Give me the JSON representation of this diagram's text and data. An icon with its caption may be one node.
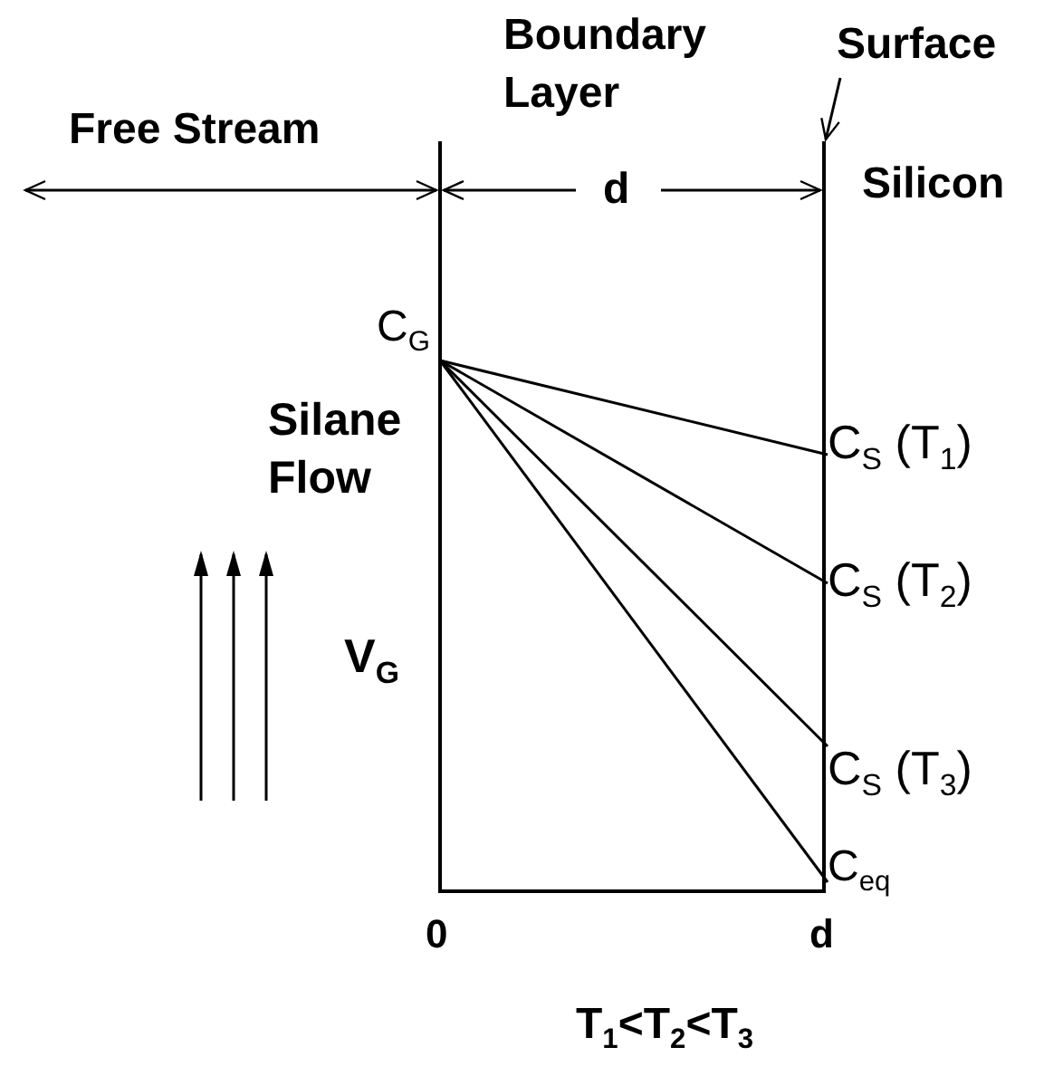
{
  "diagram": {
    "nodes": [
      {
        "text": [
          "Surface"
        ]
      },
      {
        "text": [
          "C$_{G}$"
        ]
      },
      {
        "text": [
          "C$_{S}$ (T$_{1}$)"
        ]
      },
      {
        "text": [
          "C$_{S}$ (T$_{2}$)"
        ]
      },
      {
        "text": [
          "C$_{S}$ (T$_{3}$)"
        ]
      },
      {
        "text": [
          "C$_{eq}$"
        ]
      }
    ],
    "edges": [
      {
        "from": 0,
        "to": null,
        "arrow": "to"
      },
      {
        "from": 1,
        "to": 2,
        "arrow": "none"
      },
      {
        "from": 1,
        "to": 3,
        "arrow": "none"
      },
      {
        "from": 1,
        "to": 4,
        "arrow": "none"
      },
      {
        "from": 1,
        "to": 5,
        "arrow": "none"
      }
    ],
    "labels": [
      "Boundary Layer",
      "Free Stream",
      "d",
      "Silicon",
      "Silane Flow",
      "V$_{G}$",
      "0",
      "d",
      "T$_{1}$<T$_{2}$<T$_{3}$"
    ]
  }
}
